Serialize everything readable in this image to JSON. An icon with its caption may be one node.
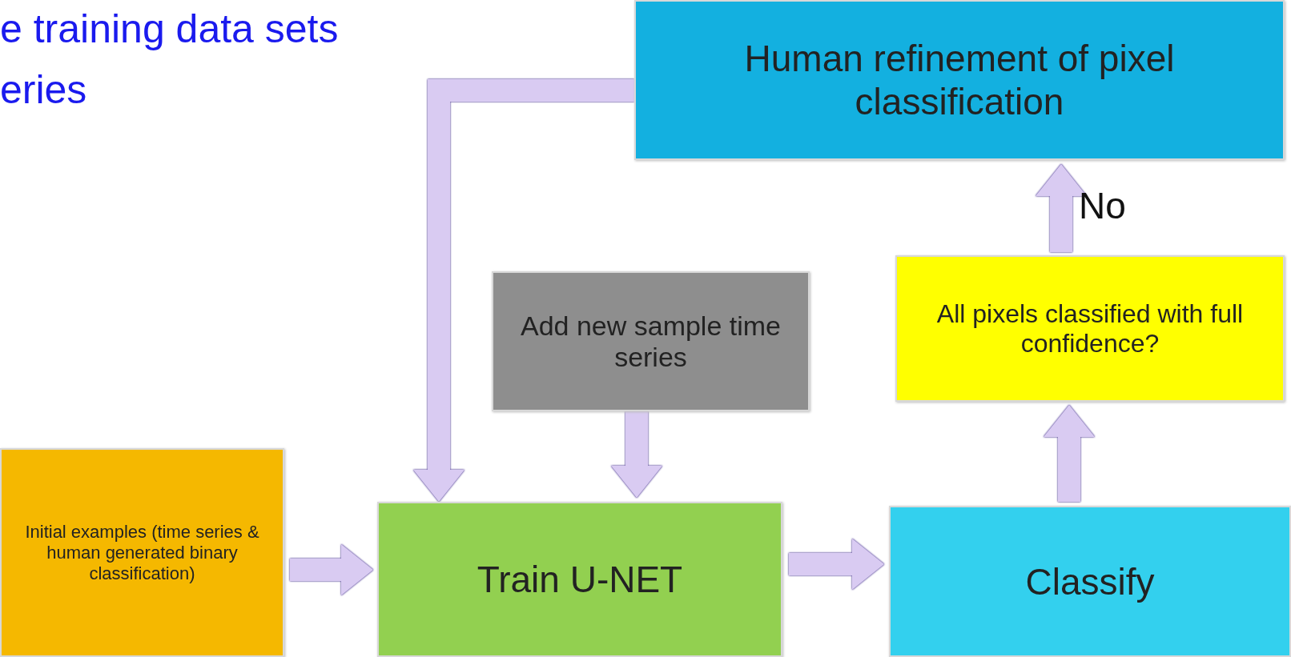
{
  "diagram": {
    "title": "e training data sets eries",
    "nodes": [
      {
        "text": [
          "Human refinement of pixel classification"
        ]
      },
      {
        "text": [
          "Add new sample time series"
        ]
      },
      {
        "text": [
          "All pixels classified with full confidence?"
        ]
      },
      {
        "text": [
          "Initial examples (time series & human generated binary classification)"
        ]
      },
      {
        "text": [
          "Train U-NET"
        ]
      },
      {
        "text": [
          "Classify"
        ]
      }
    ],
    "edges": [
      {
        "from": 0,
        "to": 4,
        "arrow": "to"
      },
      {
        "from": 1,
        "to": 4,
        "arrow": "to"
      },
      {
        "from": 3,
        "to": 4,
        "arrow": "to"
      },
      {
        "from": 4,
        "to": 5,
        "arrow": "to"
      },
      {
        "from": 5,
        "to": 2,
        "arrow": "to"
      },
      {
        "from": 2,
        "to": 0,
        "arrow": "to",
        "label": "No"
      }
    ]
  }
}
